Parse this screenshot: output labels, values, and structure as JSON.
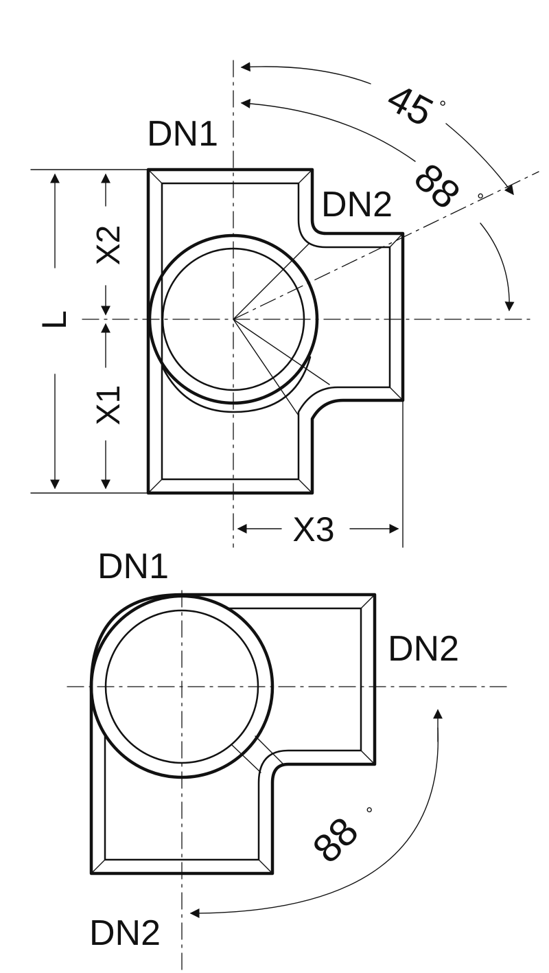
{
  "top_view": {
    "dn1_label": "DN1",
    "dn2_label": "DN2",
    "angle_45": "45",
    "angle_88": "88",
    "degree_symbol": "°",
    "dim_L": "L",
    "dim_X1": "X1",
    "dim_X2": "X2",
    "dim_X3": "X3"
  },
  "bottom_view": {
    "dn1_label": "DN1",
    "dn2_right_label": "DN2",
    "dn2_bottom_label": "DN2",
    "angle_88": "88",
    "degree_symbol": "°"
  }
}
